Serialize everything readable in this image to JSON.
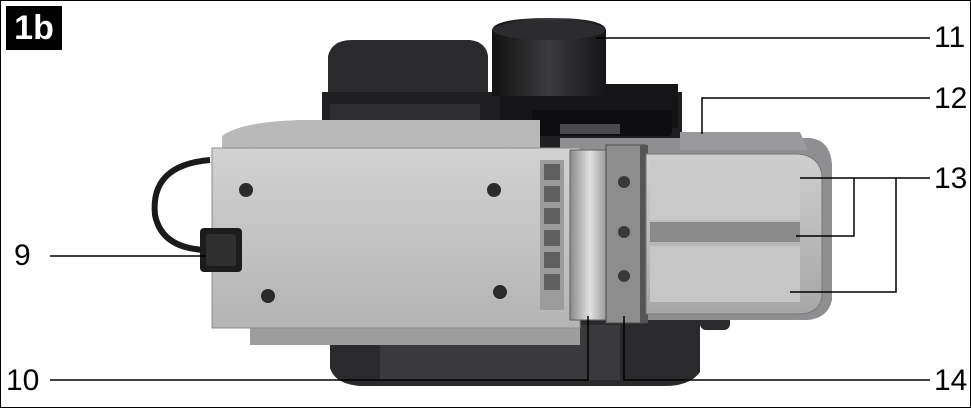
{
  "figure": {
    "label": "1b",
    "subject": "planer-underside-photo",
    "colors": {
      "body": "#1f1f21",
      "sole": "#c4c4c4",
      "cover": "#b7b7b7",
      "leader": "#000000"
    }
  },
  "callouts": {
    "c9": "9",
    "c10": "10",
    "c11": "11",
    "c12": "12",
    "c13": "13",
    "c14": "14"
  }
}
